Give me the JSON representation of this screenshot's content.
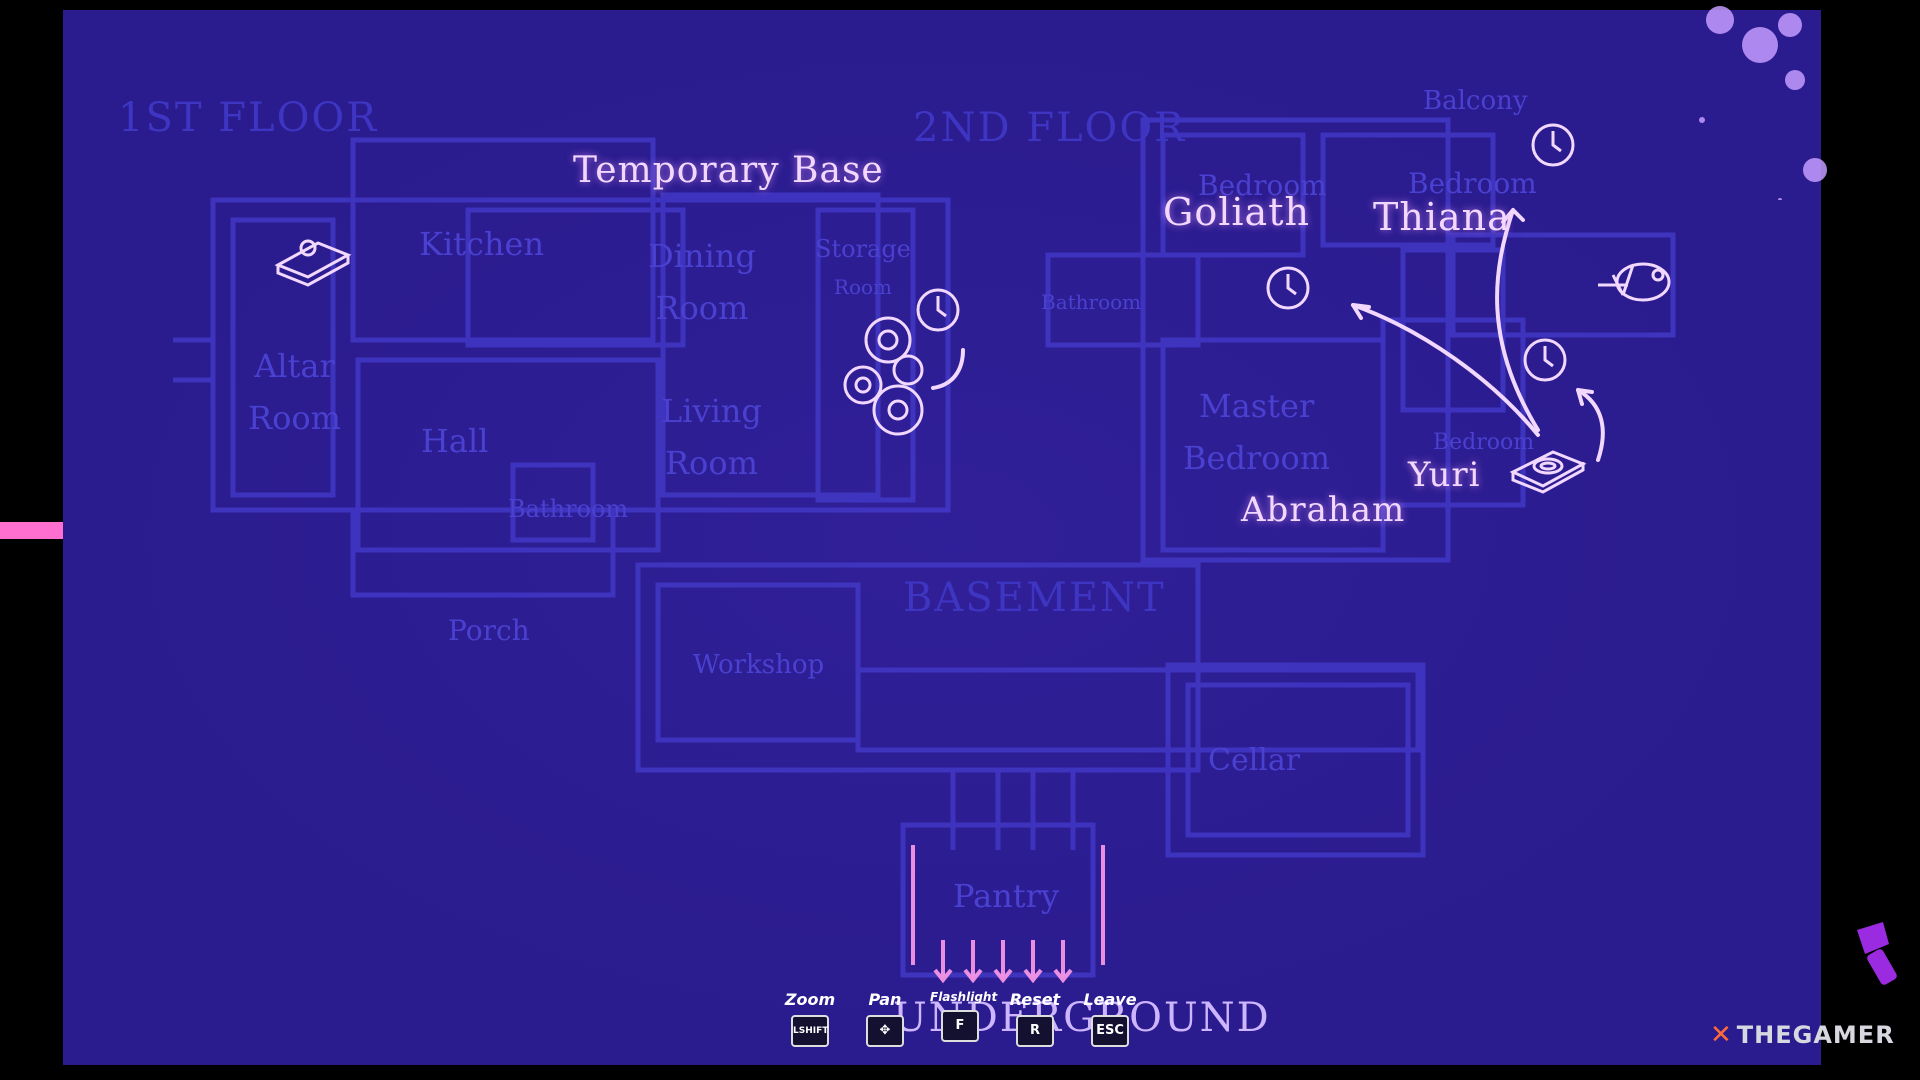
{
  "floors": {
    "first": "1ST FLOOR",
    "second": "2ND FLOOR",
    "basement": "BASEMENT",
    "underground": "UNDERGROUND"
  },
  "rooms": {
    "kitchen": "Kitchen",
    "altar_line1": "Altar",
    "altar_line2": "Room",
    "hall": "Hall",
    "dining_line1": "Dining",
    "dining_line2": "Room",
    "living_line1": "Living",
    "living_line2": "Room",
    "storage_line1": "Storage",
    "storage_line2": "Room",
    "bathroom_first": "Bathroom",
    "porch": "Porch",
    "balcony": "Balcony",
    "bedroom_goliath": "Bedroom",
    "bedroom_thiana": "Bedroom",
    "bathroom_second": "Bathroom",
    "master_line1": "Master",
    "master_line2": "Bedroom",
    "bedroom_yuri": "Bedroom",
    "workshop": "Workshop",
    "cellar": "Cellar",
    "pantry": "Pantry"
  },
  "markers": {
    "temporary_base": "Temporary Base",
    "goliath": "Goliath",
    "thiana": "Thiana",
    "abraham": "Abraham",
    "yuri": "Yuri"
  },
  "hud": [
    {
      "label": "Zoom",
      "key": "LSHIFT"
    },
    {
      "label": "Pan",
      "key": "✥"
    },
    {
      "label": "Flashlight",
      "key": "F"
    },
    {
      "label": "Reset",
      "key": "R"
    },
    {
      "label": "Leave",
      "key": "ESC"
    }
  ],
  "watermark": "THEGAMER",
  "colors": {
    "map_background": "#2a1b8e",
    "highlight": "#f2d8ff",
    "accent_bar": "#ff6fcf"
  }
}
